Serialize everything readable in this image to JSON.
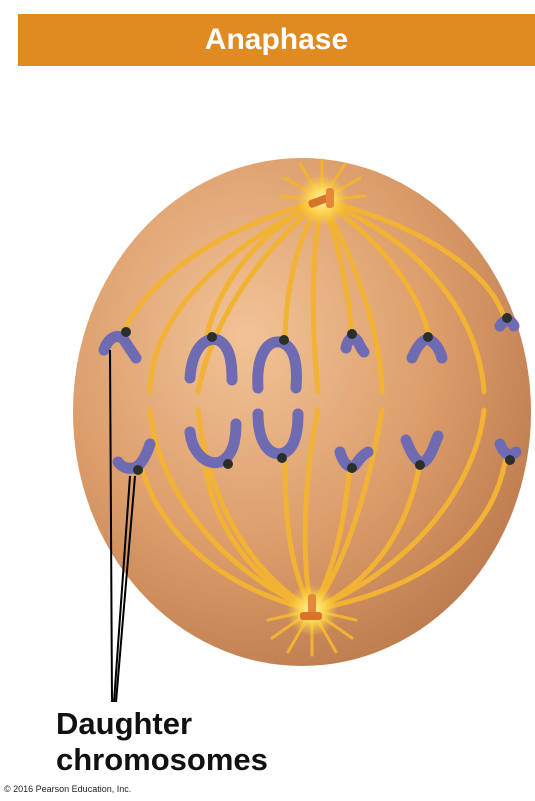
{
  "title": "Anaphase",
  "label": {
    "line1": "Daughter",
    "line2": "chromosomes"
  },
  "copyright": "© 2016 Pearson Education, Inc.",
  "colors": {
    "header": "#e08a22",
    "cell": "#d9996a",
    "spindle": "#f2b234",
    "chromosome": "#6f6bb3",
    "centrosome": "#ffe14d"
  }
}
